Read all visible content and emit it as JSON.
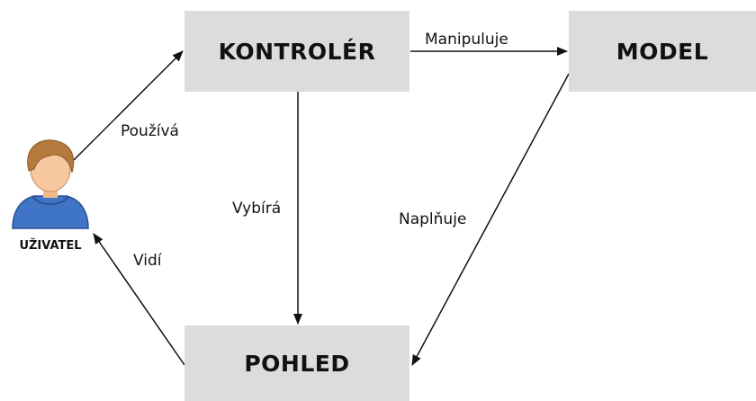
{
  "nodes": {
    "controller": "KONTROLÉR",
    "model": "MODEL",
    "view": "POHLED",
    "user": "UŽIVATEL"
  },
  "edges": {
    "controller_to_model": "Manipuluje",
    "user_to_controller": "Používá",
    "controller_to_view": "Vybírá",
    "model_to_view": "Naplňuje",
    "view_to_user": "Vidí"
  },
  "icons": {
    "user": "user-avatar-icon"
  },
  "colors": {
    "box_fill": "#dcdcdc",
    "arrow": "#111111",
    "user_hair": "#b5793d",
    "user_skin": "#f7c8a0",
    "user_shirt": "#3f74c6"
  }
}
